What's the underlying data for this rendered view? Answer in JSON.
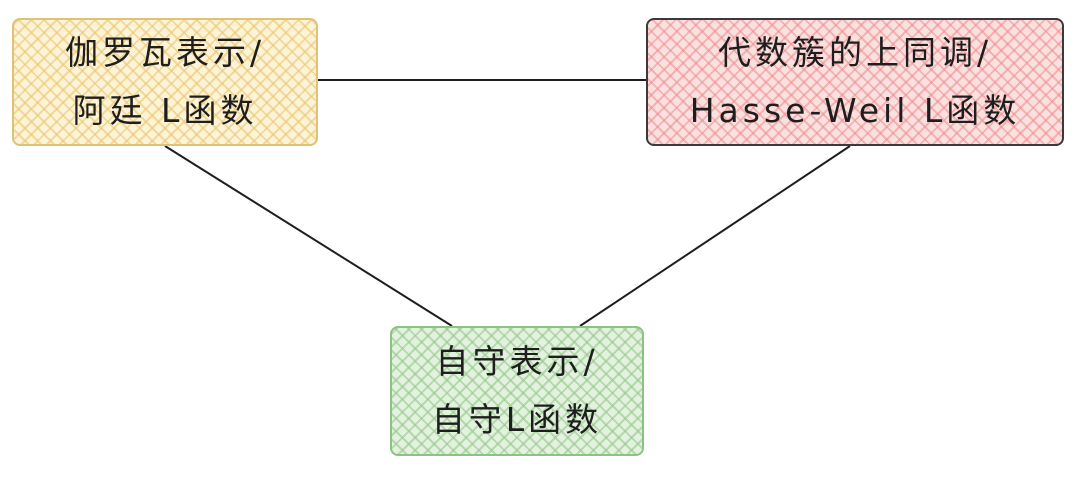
{
  "diagram": {
    "nodes": {
      "galois": {
        "line1": "伽罗瓦表示/",
        "line2": "阿廷 L函数",
        "fill": "#fdf3d7",
        "stroke": "#e0c277"
      },
      "variety": {
        "line1": "代数簇的上同调/",
        "line2": "Hasse-Weil L函数",
        "fill": "#fbe0e0",
        "stroke": "#3a3a3a"
      },
      "automorphic": {
        "line1": "自守表示/",
        "line2": "自守L函数",
        "fill": "#e3f1df",
        "stroke": "#8cc283"
      }
    },
    "edges": [
      {
        "from": "galois",
        "to": "variety"
      },
      {
        "from": "galois",
        "to": "automorphic"
      },
      {
        "from": "variety",
        "to": "automorphic"
      }
    ],
    "edge_color": "#1e1e1e"
  }
}
